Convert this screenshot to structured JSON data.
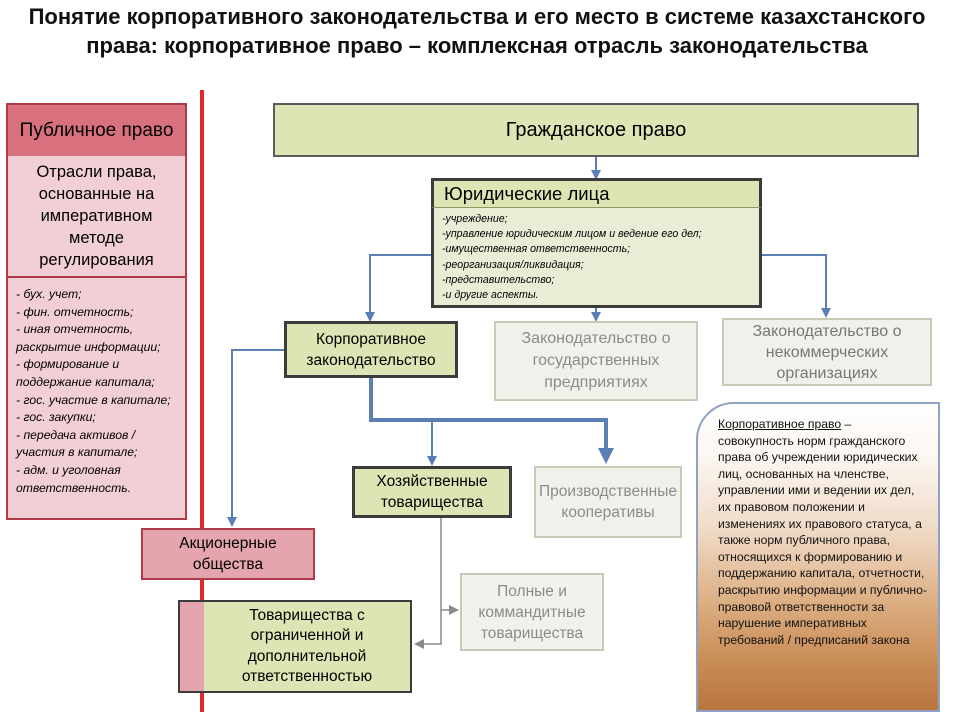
{
  "title": "Понятие корпоративного законодательства и его место в системе казахстанского права: корпоративное право – комплексная отрасль законодательства",
  "public_law": {
    "header": "Публичное право",
    "description": "Отрасли права, основанные на императивном методе регулирования",
    "items": [
      "- бух. учет;",
      "- фин. отчетность;",
      "- иная отчетность, раскрытие информации;",
      "- формирование и поддержание капитала;",
      "- гос. участие в капитале;",
      "- гос. закупки;",
      "- передача активов / участия в капитале;",
      "- адм. и уголовная ответственность."
    ]
  },
  "civil_law": "Гражданское право",
  "legal_entities": {
    "header": "Юридические лица",
    "items": [
      "-учреждение;",
      "-управление юридическим лицом и ведение его дел;",
      "-имущественная ответственность;",
      "-реорганизация/ликвидация;",
      "-представительство;",
      "-и другие аспекты."
    ]
  },
  "corporate_legislation": "Корпоративное законодательство",
  "state_enterprises": "Законодательство о государственных предприятиях",
  "nonprofit": "Законодательство о некоммерческих организациях",
  "partnerships": "Хозяйственные товарищества",
  "cooperatives": "Производственные кооперативы",
  "joint_stock": "Акционерные общества",
  "full_limited": "Полные и коммандитные товарищества",
  "llp": "Товарищества с ограниченной и дополнительной ответственностью",
  "definition": {
    "term": "Корпоративное право",
    "dash": " –",
    "text": "совокупность норм гражданского права об учреждении юридических лиц, основанных на членстве, управлении ими и ведении их дел, их правовом положении и изменениях их правового статуса, а также норм публичного права, относящихся к формированию и поддержанию капитала, отчетности, раскрытию информации и публично-правовой ответственности за нарушение императивных требований / предписаний закона"
  },
  "colors": {
    "accent_red": "#e0282a",
    "green_fill": "#dce5b3",
    "pink_header": "#d9707e",
    "pink_light": "#f2cfd5",
    "connector_blue": "#5b7fb5"
  }
}
